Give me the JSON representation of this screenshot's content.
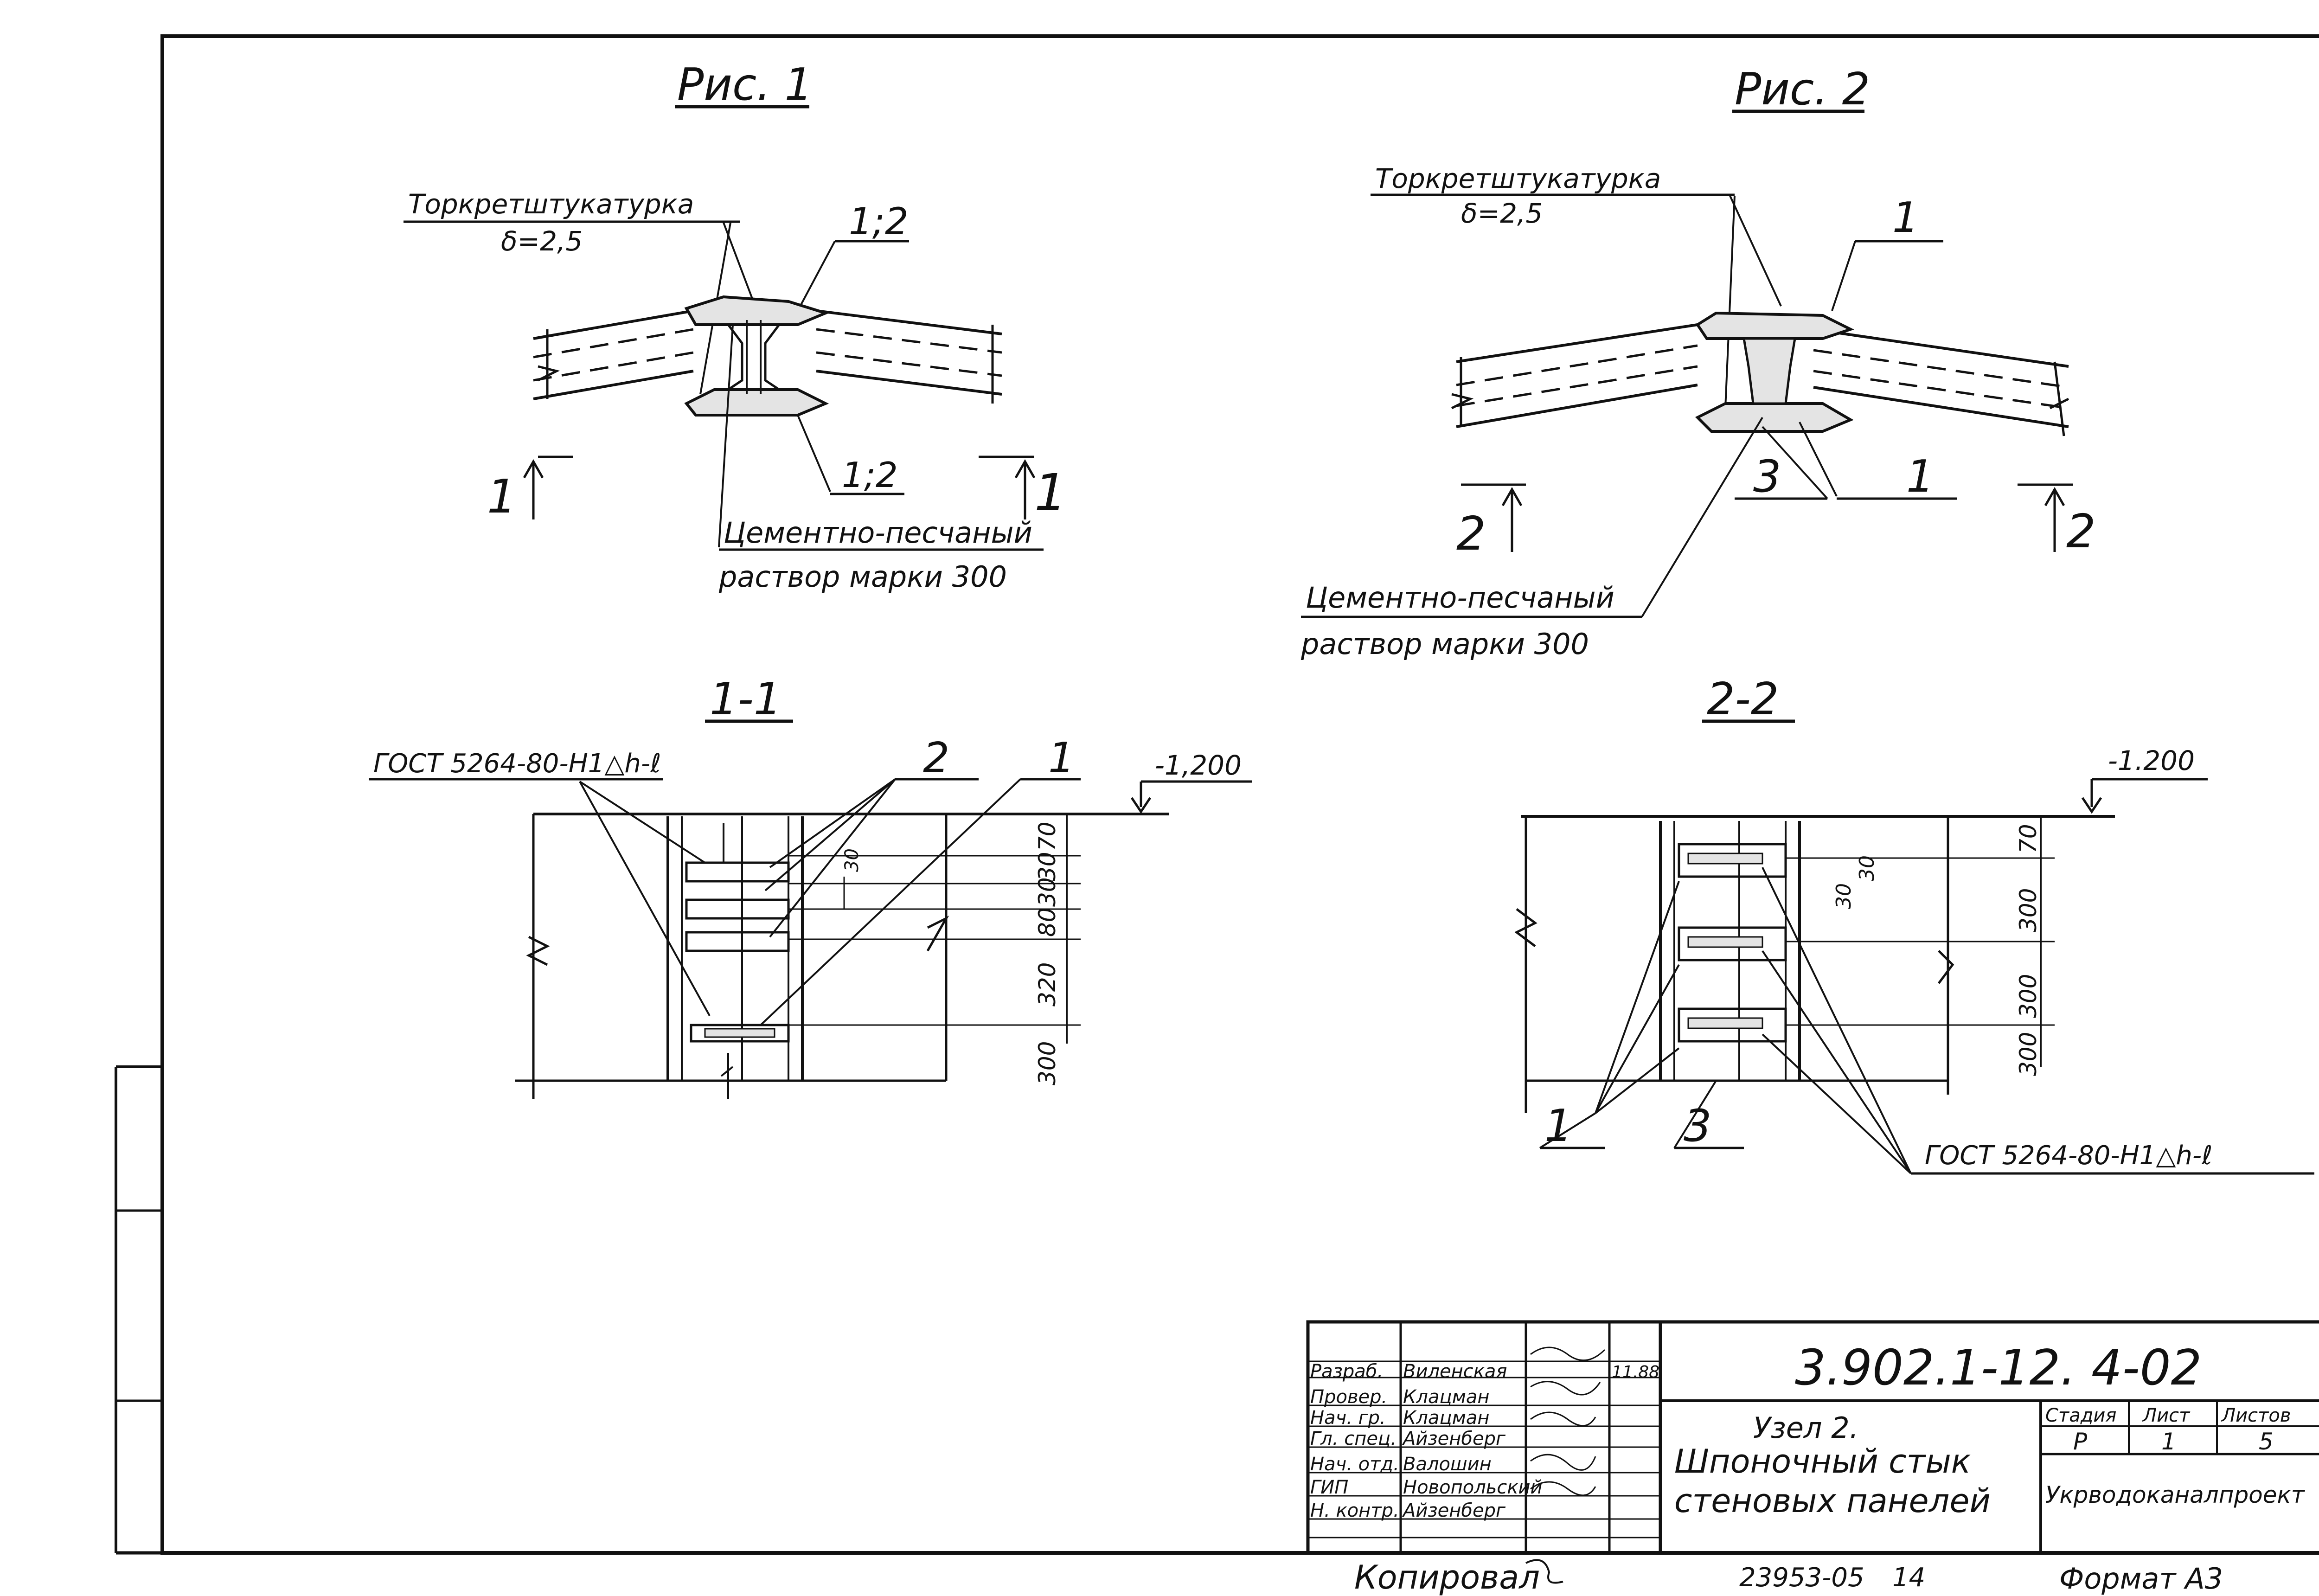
{
  "figures": {
    "fig1": {
      "title": "Рис. 1",
      "callout_torkret_line1": "Торкретштукатурка",
      "callout_torkret_line2": "δ=2,5",
      "label_top": "1;2",
      "label_bottom": "1;2",
      "callout_mortar_line1": "Цементно-песчаный",
      "callout_mortar_line2": "раствор марки 300",
      "section_left": "1",
      "section_right": "1"
    },
    "fig2": {
      "title": "Рис. 2",
      "callout_torkret_line1": "Торкретштукатурка",
      "callout_torkret_line2": "δ=2,5",
      "label_top": "1",
      "label_bottom_a": "3",
      "label_bottom_b": "1",
      "callout_mortar_line1": "Цементно-песчаный",
      "callout_mortar_line2": "раствор марки 300",
      "section_left": "2",
      "section_right": "2"
    },
    "sec11": {
      "title": "1-1",
      "gost": "ГОСТ 5264-80-Н1△h-ℓ",
      "label_2": "2",
      "label_1": "1",
      "elev": "-1,200",
      "dims": [
        "70",
        "30",
        "30",
        "80",
        "320",
        "300"
      ],
      "dim_small": "30"
    },
    "sec22": {
      "title": "2-2",
      "gost": "ГОСТ 5264-80-Н1△h-ℓ",
      "elev": "-1.200",
      "dims": [
        "70",
        "300",
        "300",
        "300"
      ],
      "dims_small": [
        "30",
        "30"
      ],
      "label_1": "1",
      "label_3": "3"
    }
  },
  "title_block": {
    "doc_code": "3.902.1-12. 4-02",
    "title_line1": "Узел 2.",
    "title_line2": "Шпоночный стык",
    "title_line3": "стеновых панелей",
    "stage_header": "Стадия",
    "sheet_header": "Лист",
    "sheets_header": "Листов",
    "stage_value": "Р",
    "sheet_value": "1",
    "sheets_value": "5",
    "organization": "Укрводоканалпроект",
    "date": "11.88",
    "roles": [
      {
        "role": "Разраб.",
        "name": "Виленская"
      },
      {
        "role": "Провер.",
        "name": "Клацман"
      },
      {
        "role": "Нач. гр.",
        "name": "Клацман"
      },
      {
        "role": "Гл. спец.",
        "name": "Айзенберг"
      },
      {
        "role": "Нач. отд.",
        "name": "Валошин"
      },
      {
        "role": "ГИП",
        "name": "Новопольский"
      },
      {
        "role": "Н. контр.",
        "name": "Айзенберг"
      }
    ]
  },
  "footer": {
    "copied": "Копировал",
    "inventory": "23953-05",
    "inventory_num": "14",
    "format": "Формат А3"
  }
}
